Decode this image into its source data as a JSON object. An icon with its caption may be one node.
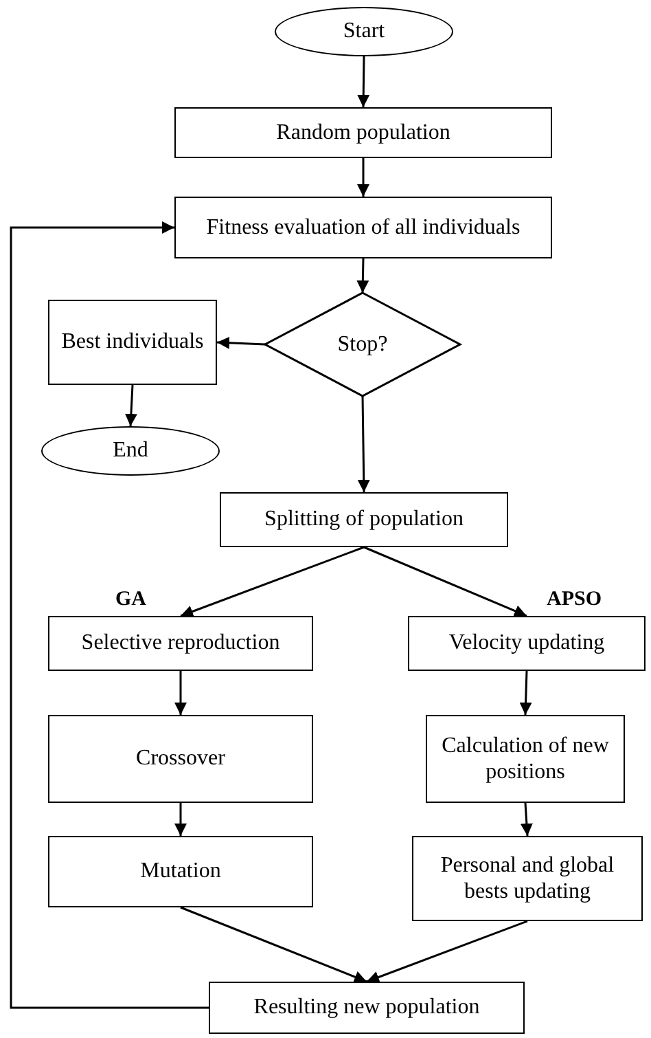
{
  "diagram": {
    "nodes": [
      {
        "text": [
          "Start"
        ]
      },
      {
        "text": [
          "Random population"
        ]
      },
      {
        "text": [
          "Fitness evaluation of all individuals"
        ]
      },
      {
        "text": [
          "Stop?"
        ]
      },
      {
        "text": [
          "Best individuals"
        ]
      },
      {
        "text": [
          "End"
        ]
      },
      {
        "text": [
          "Splitting of population"
        ]
      },
      {
        "text": [
          "Selective reproduction"
        ]
      },
      {
        "text": [
          "Velocity updating"
        ]
      },
      {
        "text": [
          "Crossover"
        ]
      },
      {
        "text": [
          "Calculation of new positions"
        ]
      },
      {
        "text": [
          "Mutation"
        ]
      },
      {
        "text": [
          "Personal and global bests updating"
        ]
      },
      {
        "text": [
          "Resulting new population"
        ]
      }
    ],
    "edges": [
      {
        "from": 0,
        "to": 1,
        "arrow": "to"
      },
      {
        "from": 1,
        "to": 2,
        "arrow": "to"
      },
      {
        "from": 2,
        "to": 3,
        "arrow": "to"
      },
      {
        "from": 3,
        "to": 4,
        "arrow": "to"
      },
      {
        "from": 4,
        "to": 5,
        "arrow": "to"
      },
      {
        "from": 3,
        "to": 6,
        "arrow": "to"
      },
      {
        "from": 6,
        "to": 7,
        "arrow": "to"
      },
      {
        "from": 6,
        "to": 8,
        "arrow": "to"
      },
      {
        "from": 7,
        "to": 9,
        "arrow": "to"
      },
      {
        "from": 9,
        "to": 11,
        "arrow": "to"
      },
      {
        "from": 8,
        "to": 10,
        "arrow": "to"
      },
      {
        "from": 10,
        "to": 12,
        "arrow": "to"
      },
      {
        "from": 11,
        "to": 13,
        "arrow": "to"
      },
      {
        "from": 12,
        "to": 13,
        "arrow": "to"
      },
      {
        "from": 13,
        "to": 2,
        "arrow": "to"
      }
    ],
    "labels": [
      "GA",
      "APSO"
    ]
  }
}
